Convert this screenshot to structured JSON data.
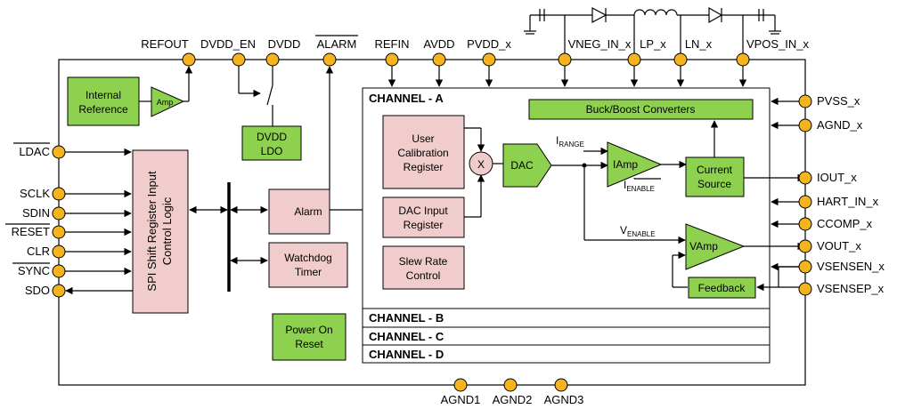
{
  "top_pins": [
    "REFOUT",
    "DVDD_EN",
    "DVDD",
    "ALARM",
    "REFIN",
    "AVDD",
    "PVDD_x",
    "VNEG_IN_x",
    "LP_x",
    "LN_x",
    "VPOS_IN_x"
  ],
  "left_pins": [
    "LDAC",
    "SCLK",
    "SDIN",
    "RESET",
    "CLR",
    "SYNC",
    "SDO"
  ],
  "right_pins": [
    "PVSS_x",
    "AGND_x",
    "IOUT_x",
    "HART_IN_x",
    "CCOMP_x",
    "VOUT_x",
    "VSENSEN_x",
    "VSENSEP_x"
  ],
  "bottom_pins": [
    "AGND1",
    "AGND2",
    "AGND3"
  ],
  "blocks": {
    "internal_reference": [
      "Internal",
      "Reference"
    ],
    "amp": "Amp",
    "dvdd_ldo": [
      "DVDD",
      "LDO"
    ],
    "spi": [
      "SPI Shift Register Input",
      "Control Logic"
    ],
    "alarm": "Alarm",
    "watchdog": [
      "Watchdog",
      "Timer"
    ],
    "power_on_reset": [
      "Power On",
      "Reset"
    ],
    "user_cal": [
      "User",
      "Calibration",
      "Register"
    ],
    "dac_input": [
      "DAC Input",
      "Register"
    ],
    "slew_rate": [
      "Slew Rate",
      "Control"
    ],
    "multiplier": "X",
    "dac": "DAC",
    "buck_boost": "Buck/Boost Converters",
    "iamp": "IAmp",
    "current_source": [
      "Current",
      "Source"
    ],
    "vamp": "VAmp",
    "feedback": "Feedback",
    "i_range": {
      "main": "I",
      "sub": "RANGE"
    },
    "i_enable": {
      "main": "I",
      "sub": "ENABLE"
    },
    "v_enable": {
      "main": "V",
      "sub": "ENABLE"
    }
  },
  "channels": [
    "CHANNEL - A",
    "CHANNEL - B",
    "CHANNEL - C",
    "CHANNEL - D"
  ],
  "colors": {
    "pin": "#f5b41e",
    "green": "#8dd14f",
    "pink": "#f1cccc",
    "border": "#000000"
  }
}
